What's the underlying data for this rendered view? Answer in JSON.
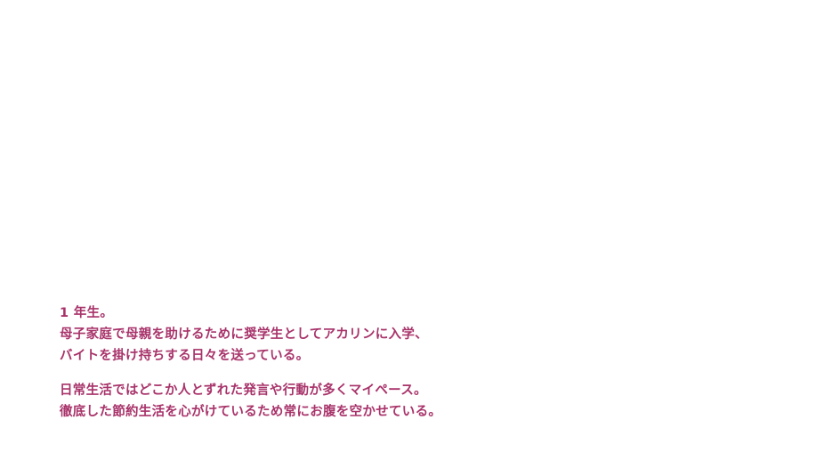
{
  "profile": {
    "grade": "1 年生。",
    "paragraph1": [
      "母子家庭で母親を助けるために奨学生としてアカリンに入学、",
      "バイトを掛け持ちする日々を送っている。"
    ],
    "paragraph2": [
      "日常生活ではどこか人とずれた発言や行動が多くマイペース。",
      "徹底した節約生活を心がけているため常にお腹を空かせている。"
    ]
  },
  "colors": {
    "text": "#a8336a",
    "background": "#ffffff"
  }
}
